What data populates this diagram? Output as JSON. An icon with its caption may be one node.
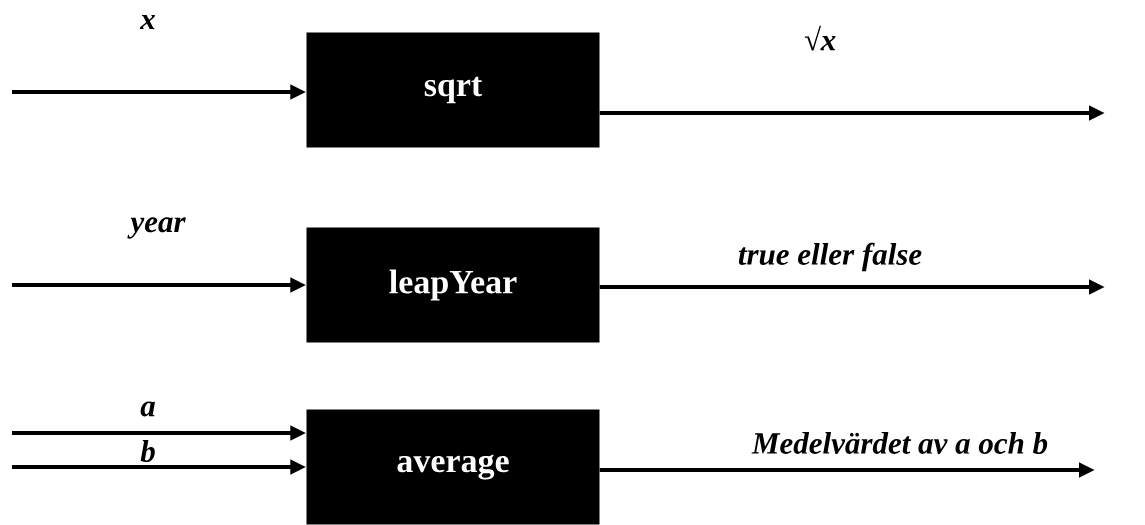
{
  "diagram": {
    "nodes": [
      {
        "text": [
          "sqrt"
        ]
      },
      {
        "text": [
          "leapYear"
        ]
      },
      {
        "text": [
          "average"
        ]
      }
    ],
    "edges": [
      {
        "from": null,
        "to": 0,
        "arrow": "to",
        "label": "x"
      },
      {
        "from": 0,
        "to": null,
        "arrow": "to",
        "label": "√x"
      },
      {
        "from": null,
        "to": 1,
        "arrow": "to",
        "label": "year"
      },
      {
        "from": 1,
        "to": null,
        "arrow": "to",
        "label": "true eller false"
      },
      {
        "from": null,
        "to": 2,
        "arrow": "to",
        "label": "a"
      },
      {
        "from": null,
        "to": 2,
        "arrow": "to",
        "label": "b"
      },
      {
        "from": 2,
        "to": null,
        "arrow": "to",
        "label": "Medelvärdet av a och b"
      }
    ]
  }
}
